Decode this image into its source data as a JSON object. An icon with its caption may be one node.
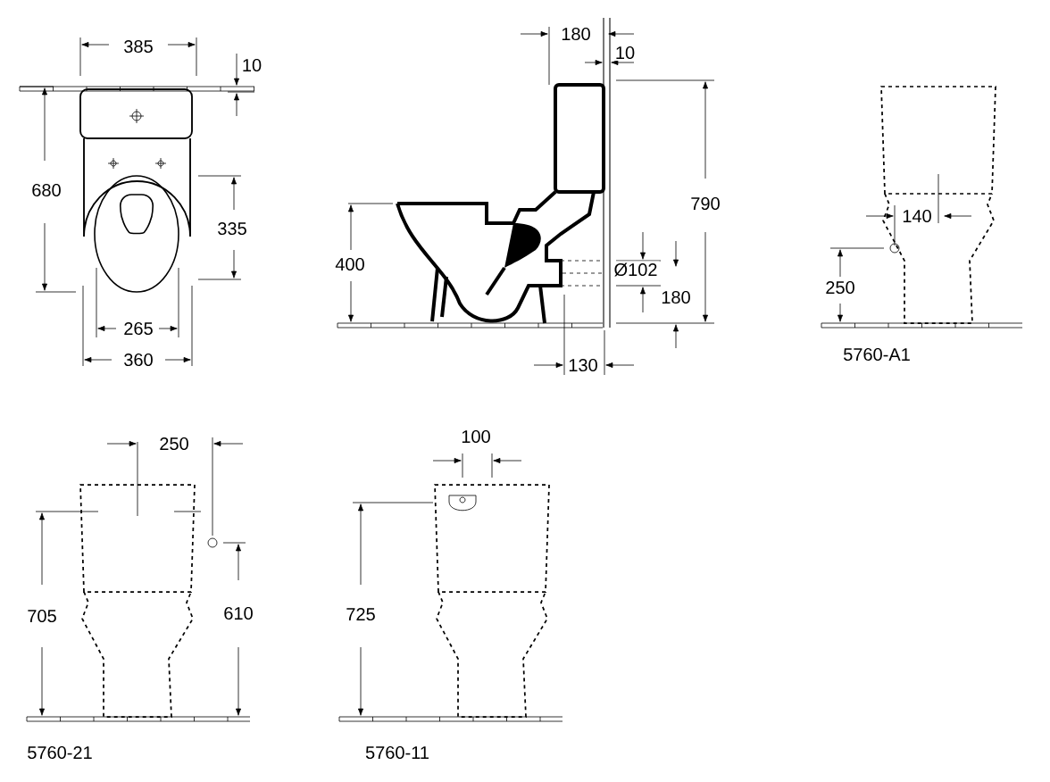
{
  "diagram": {
    "labels": [
      "385",
      "10",
      "680",
      "335",
      "265",
      "360",
      "180",
      "10",
      "790",
      "400",
      "Ø102",
      "180",
      "130",
      "140",
      "250",
      "5760-A1",
      "250",
      "100",
      "705",
      "610",
      "725",
      "5760-21",
      "5760-11"
    ]
  }
}
